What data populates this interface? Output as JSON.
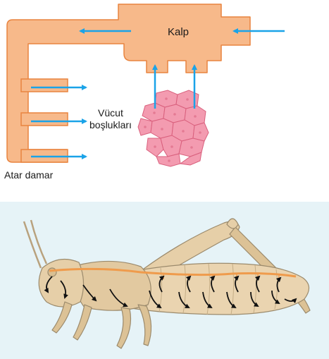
{
  "diagram": {
    "labels": {
      "heart": "Kalp",
      "body_cavities_line1": "Vücut",
      "body_cavities_line2": "boşlukları",
      "artery": "Atar damar"
    },
    "colors": {
      "vessel_fill": "#f7b98a",
      "vessel_stroke": "#e9843f",
      "flow_arrow": "#1aa3e8",
      "tissue_fill": "#f39bb0",
      "tissue_stroke": "#d9607d",
      "lower_panel_bg": "#e6f3f7",
      "insect_body": "#e8d2ae",
      "insect_outline": "#9b8a6c",
      "dorsal_vessel": "#ef9b4c",
      "hemolymph_arrow": "#111111"
    },
    "lower_panel": {
      "subject": "grasshopper-open-circulatory-system"
    }
  }
}
